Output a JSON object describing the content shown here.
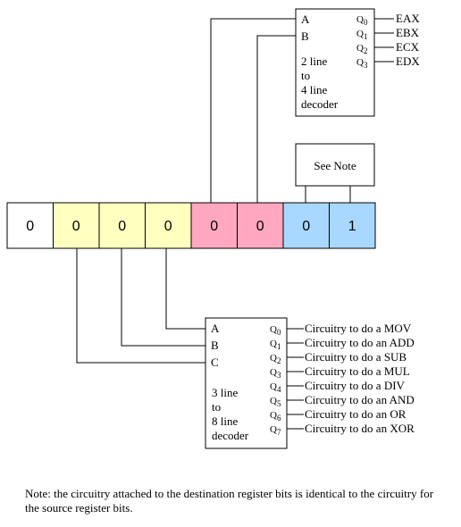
{
  "colors": {
    "white": "#ffffff",
    "yellow": "#ffffc0",
    "pink": "#ffa8c0",
    "blue": "#a8d8ff",
    "line": "#000000"
  },
  "bits": [
    {
      "value": "0",
      "color": "white"
    },
    {
      "value": "0",
      "color": "yellow"
    },
    {
      "value": "0",
      "color": "yellow"
    },
    {
      "value": "0",
      "color": "yellow"
    },
    {
      "value": "0",
      "color": "pink"
    },
    {
      "value": "0",
      "color": "pink"
    },
    {
      "value": "0",
      "color": "blue"
    },
    {
      "value": "1",
      "color": "blue"
    }
  ],
  "top_decoder": {
    "inputs": [
      "A",
      "B"
    ],
    "lines": [
      "2 line",
      "to",
      "4 line",
      "decoder"
    ],
    "outputs": [
      {
        "q": "Q",
        "sub": "0",
        "label": "EAX"
      },
      {
        "q": "Q",
        "sub": "1",
        "label": "EBX"
      },
      {
        "q": "Q",
        "sub": "2",
        "label": "ECX"
      },
      {
        "q": "Q",
        "sub": "3",
        "label": "EDX"
      }
    ]
  },
  "see_note": "See Note",
  "bottom_decoder": {
    "inputs": [
      "A",
      "B",
      "C"
    ],
    "lines": [
      "3 line",
      "to",
      "8 line",
      "decoder"
    ],
    "outputs": [
      {
        "q": "Q",
        "sub": "0",
        "label": "Circuitry to do a MOV"
      },
      {
        "q": "Q",
        "sub": "1",
        "label": "Circuitry to do an ADD"
      },
      {
        "q": "Q",
        "sub": "2",
        "label": "Circuitry to do a SUB"
      },
      {
        "q": "Q",
        "sub": "3",
        "label": "Circuitry to do a MUL"
      },
      {
        "q": "Q",
        "sub": "4",
        "label": "Circuitry to do a DIV"
      },
      {
        "q": "Q",
        "sub": "5",
        "label": "Circuitry to do an AND"
      },
      {
        "q": "Q",
        "sub": "6",
        "label": "Circuitry to do an OR"
      },
      {
        "q": "Q",
        "sub": "7",
        "label": "Circuitry to do an XOR"
      }
    ]
  },
  "note": "Note: the circuitry attached to the destination register bits is identical to the circuitry for the source register bits."
}
